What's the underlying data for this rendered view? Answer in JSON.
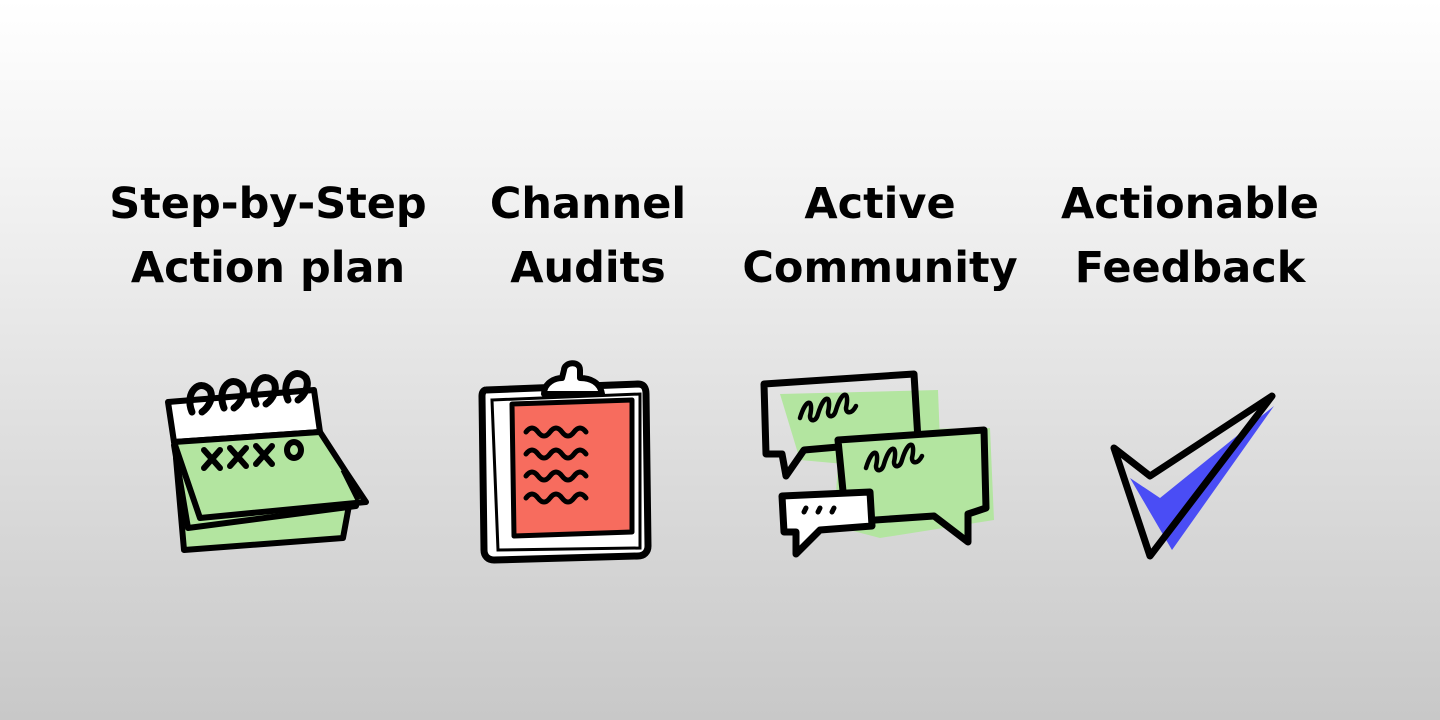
{
  "features": [
    {
      "line1": "Step-by-Step",
      "line2": "Action plan",
      "icon": "calendar-icon"
    },
    {
      "line1": "Channel",
      "line2": "Audits",
      "icon": "clipboard-icon"
    },
    {
      "line1": "Active",
      "line2": "Community",
      "icon": "chat-bubbles-icon"
    },
    {
      "line1": "Actionable",
      "line2": "Feedback",
      "icon": "checkmark-icon"
    }
  ],
  "colors": {
    "accent_green": "#b3e5a0",
    "accent_red": "#f76c5e",
    "accent_blue": "#4a4df5",
    "ink": "#000000"
  }
}
